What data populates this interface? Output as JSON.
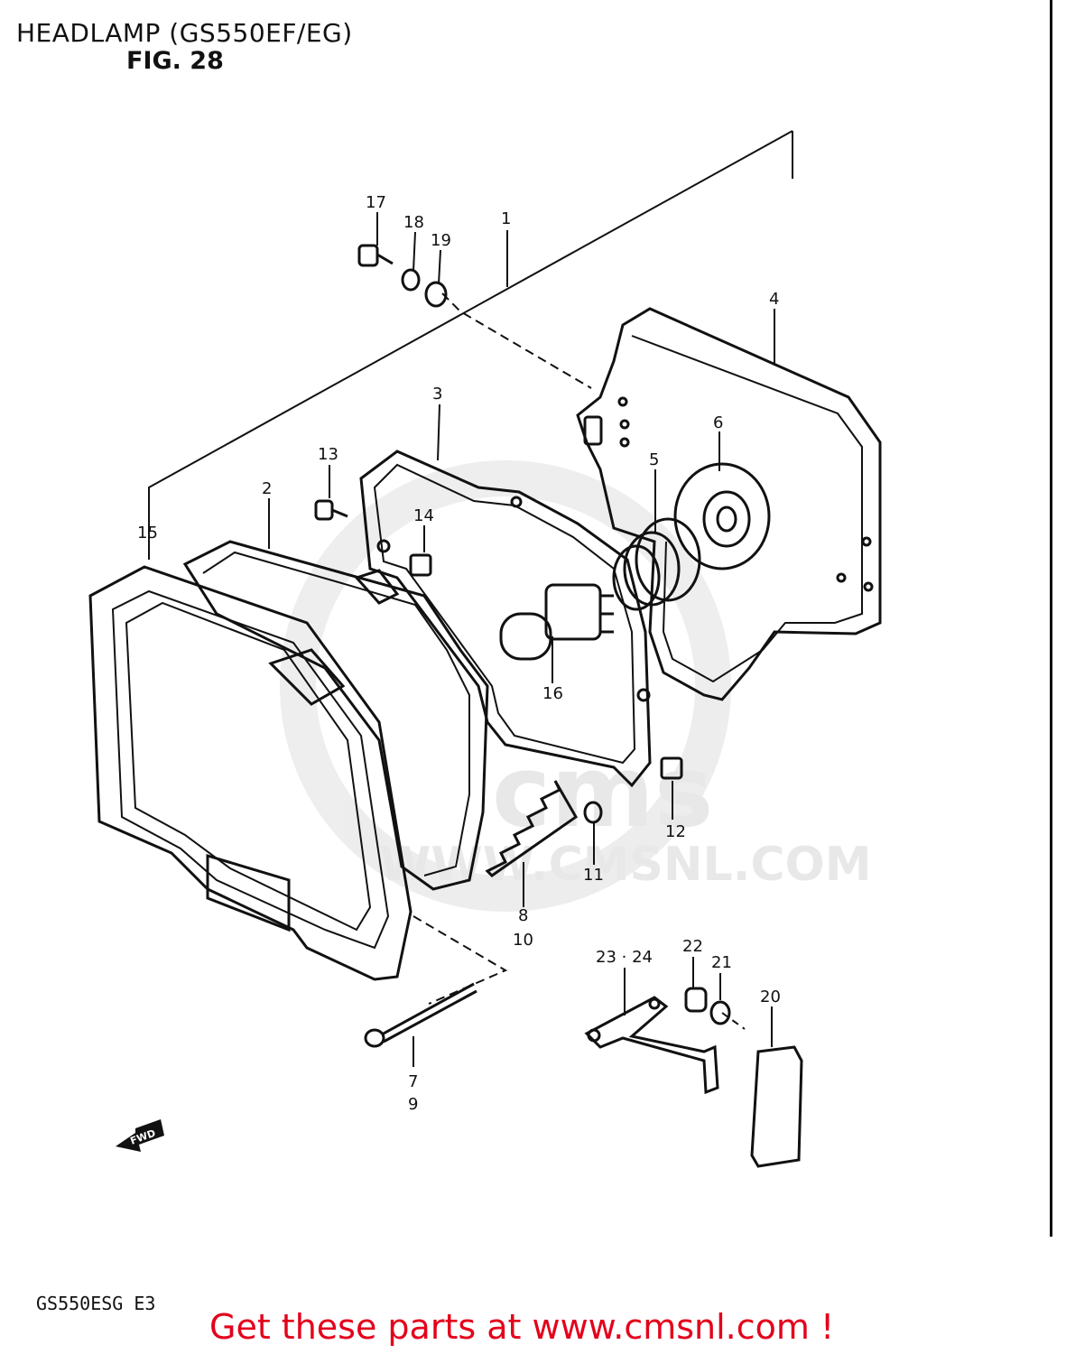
{
  "header": {
    "title": "HEADLAMP (GS550EF/EG)",
    "figure": "FIG. 28"
  },
  "footer": {
    "model_code": "GS550ESG  E3",
    "cta": "Get these parts at www.cmsnl.com !",
    "cta_color": "#e3001b"
  },
  "watermark": {
    "brand": "cms",
    "url": "WWW.CMSNL.COM"
  },
  "arrow_label": "FWD",
  "callouts": [
    {
      "id": "c1",
      "text": "1"
    },
    {
      "id": "c2",
      "text": "2"
    },
    {
      "id": "c3",
      "text": "3"
    },
    {
      "id": "c4",
      "text": "4"
    },
    {
      "id": "c5",
      "text": "5"
    },
    {
      "id": "c6",
      "text": "6"
    },
    {
      "id": "c7",
      "text": "7"
    },
    {
      "id": "c8",
      "text": "8"
    },
    {
      "id": "c9",
      "text": "9"
    },
    {
      "id": "c10",
      "text": "10"
    },
    {
      "id": "c11",
      "text": "11"
    },
    {
      "id": "c12",
      "text": "12"
    },
    {
      "id": "c13",
      "text": "13"
    },
    {
      "id": "c14",
      "text": "14"
    },
    {
      "id": "c15",
      "text": "15"
    },
    {
      "id": "c16",
      "text": "16"
    },
    {
      "id": "c17",
      "text": "17"
    },
    {
      "id": "c18",
      "text": "18"
    },
    {
      "id": "c19",
      "text": "19"
    },
    {
      "id": "c20",
      "text": "20"
    },
    {
      "id": "c21",
      "text": "21"
    },
    {
      "id": "c22",
      "text": "22"
    },
    {
      "id": "c23_24",
      "text": "23 · 24"
    }
  ]
}
